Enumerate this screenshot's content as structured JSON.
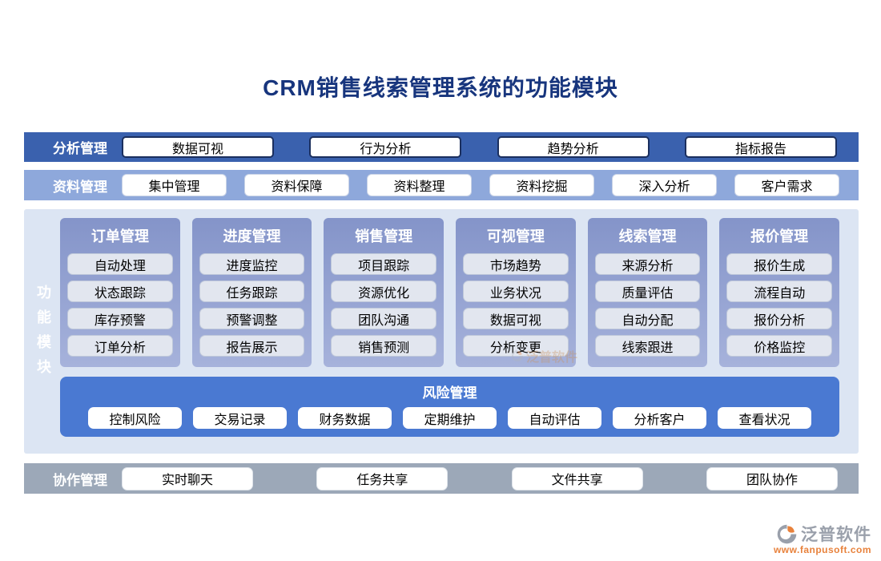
{
  "title": "CRM销售线索管理系统的功能模块",
  "rows": {
    "analysis": {
      "label": "分析管理",
      "buttons": [
        "数据可视",
        "行为分析",
        "趋势分析",
        "指标报告"
      ]
    },
    "data": {
      "label": "资料管理",
      "buttons": [
        "集中管理",
        "资料保障",
        "资料整理",
        "资料挖掘",
        "深入分析",
        "客户需求"
      ]
    },
    "collaboration": {
      "label": "协作管理",
      "buttons": [
        "实时聊天",
        "任务共享",
        "文件共享",
        "团队协作"
      ]
    }
  },
  "main": {
    "side_label": "功能模块",
    "columns": [
      {
        "header": "订单管理",
        "items": [
          "自动处理",
          "状态跟踪",
          "库存预警",
          "订单分析"
        ]
      },
      {
        "header": "进度管理",
        "items": [
          "进度监控",
          "任务跟踪",
          "预警调整",
          "报告展示"
        ]
      },
      {
        "header": "销售管理",
        "items": [
          "项目跟踪",
          "资源优化",
          "团队沟通",
          "销售预测"
        ]
      },
      {
        "header": "可视管理",
        "items": [
          "市场趋势",
          "业务状况",
          "数据可视",
          "分析变更"
        ]
      },
      {
        "header": "线索管理",
        "items": [
          "来源分析",
          "质量评估",
          "自动分配",
          "线索跟进"
        ]
      },
      {
        "header": "报价管理",
        "items": [
          "报价生成",
          "流程自动",
          "报价分析",
          "价格监控"
        ]
      }
    ],
    "risk": {
      "header": "风险管理",
      "buttons": [
        "控制风险",
        "交易记录",
        "财务数据",
        "定期维护",
        "自动评估",
        "分析客户",
        "查看状况"
      ]
    }
  },
  "footer": {
    "brand": "泛普软件",
    "url": "www.fanpusoft.com"
  },
  "colors": {
    "title": "#17357d",
    "band_analysis": "#3a61ae",
    "band_data": "#8ea8db",
    "panel_bg": "#dce5f3",
    "card_gradient_top": "#8494c9",
    "card_gradient_bottom": "#a6b2db",
    "risk_bg": "#4a79d2",
    "band_collab": "#9ca8b8",
    "brand_orange": "#e8823c",
    "brand_gray": "#9aa0ab"
  }
}
